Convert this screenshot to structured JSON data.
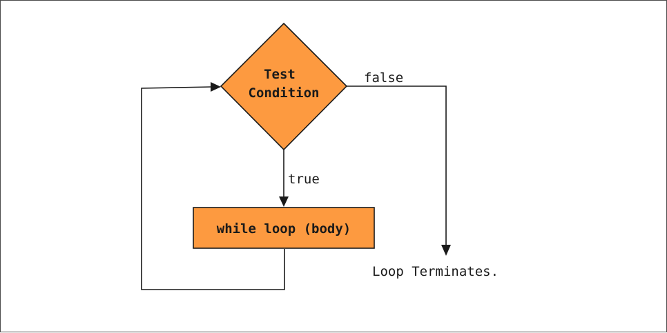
{
  "diagram": {
    "type": "flowchart",
    "nodes": {
      "condition": {
        "shape": "diamond",
        "line1": "Test",
        "line2": "Condition"
      },
      "body": {
        "shape": "rectangle",
        "label": "while loop (body)"
      },
      "terminal": {
        "shape": "text",
        "label": "Loop Terminates."
      }
    },
    "edges": {
      "true_label": "true",
      "false_label": "false"
    },
    "colors": {
      "node_fill": "#fd9a40",
      "stroke": "#1a1a1a",
      "background": "#ffffff"
    }
  }
}
